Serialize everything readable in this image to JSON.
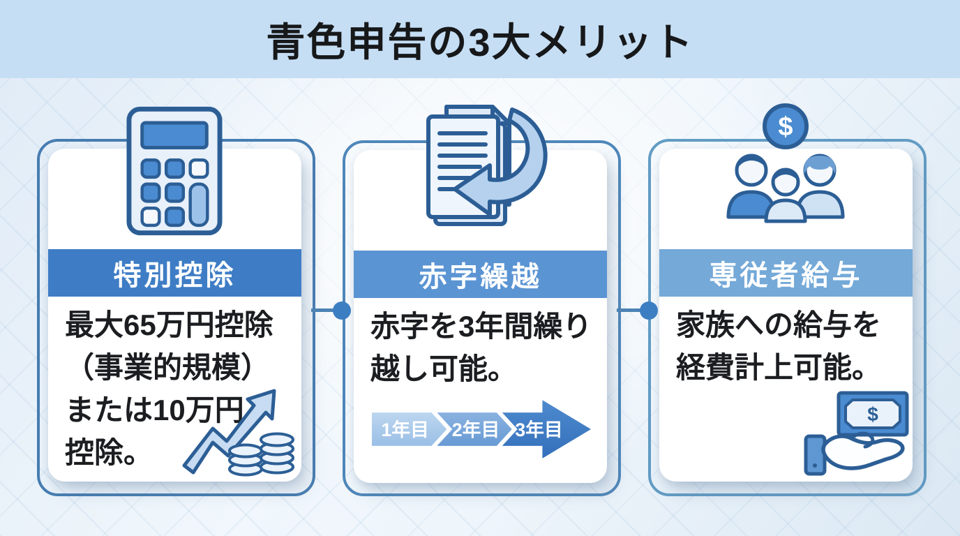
{
  "header": {
    "title": "青色申告の3大メリット",
    "bg_color": "#c5def4",
    "title_color": "#17181a"
  },
  "palette": {
    "body_text": "#1b1d20",
    "connector_dot": "#3c7ec2",
    "band_text": "#ffffff",
    "icon_stroke": "#2c5e95",
    "icon_fill": "#4a8bd1",
    "icon_fill_light": "#b5d1ee",
    "outline_colors": [
      "#477db1",
      "#4f87b9",
      "#629cc4"
    ]
  },
  "icons": {
    "dollar_sign": "$"
  },
  "cards": [
    {
      "heading": "特別控除",
      "band_color": "#3e7dc5",
      "icon": "calculator-icon",
      "corner_icon": "growth-chart-coins-icon",
      "body_lines": [
        "最大65万円控除",
        "（事業的規模）",
        "または10万円",
        "控除。"
      ]
    },
    {
      "heading": "赤字繰越",
      "band_color": "#5b94d3",
      "icon": "documents-carryover-icon",
      "body_lines": [
        "赤字を3年間繰り",
        "越し可能。"
      ],
      "timeline": {
        "labels": [
          "1年目",
          "2年目",
          "3年目"
        ],
        "colors": [
          "#a9c9ea",
          "#79a7da",
          "#3d79c3"
        ]
      }
    },
    {
      "heading": "専従者給与",
      "band_color": "#74a9d8",
      "icon": "family-dollar-icon",
      "corner_icon": "hand-money-icon",
      "body_lines": [
        "家族への給与を",
        "経費計上可能。"
      ]
    }
  ]
}
